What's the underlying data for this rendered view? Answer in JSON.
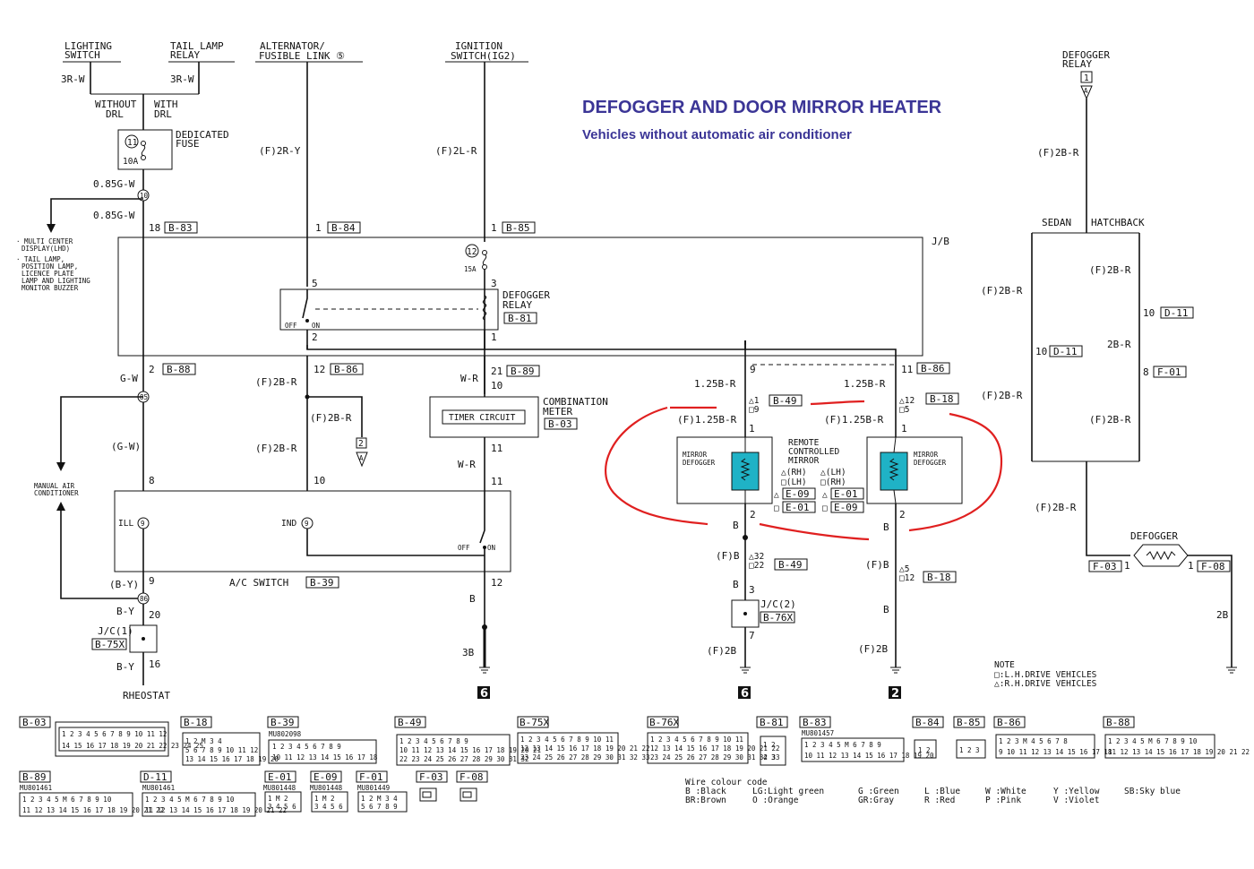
{
  "title": "DEFOGGER AND DOOR MIRROR HEATER",
  "subtitle": "Vehicles without automatic air conditioner",
  "sources": {
    "lighting_switch": "LIGHTING SWITCH",
    "tail_lamp_relay": "TAIL LAMP RELAY",
    "alternator": "ALTERNATOR/ FUSIBLE LINK ⑤",
    "ignition": "IGNITION SWITCH(IG2)",
    "defogger_relay_top": "DEFOGGER RELAY"
  },
  "labels": {
    "without_drl": "WITHOUT DRL",
    "with_drl": "WITH DRL",
    "dedicated_fuse": "DEDICATED FUSE",
    "fuse_11": "11",
    "fuse_10a": "10A",
    "fuse_12": "12",
    "fuse_15a": "15A",
    "jb": "J/B",
    "defogger_relay": "DEFOGGER RELAY",
    "timer_circuit": "TIMER CIRCUIT",
    "combination_meter": "COMBINATION METER",
    "manual_ac": "MANUAL AIR CONDITIONER",
    "multi_center": "MULTI CENTER DISPLAY(LHD)",
    "tail_lamp": "TAIL LAMP, POSITION LAMP, LICENCE PLATE LAMP AND LIGHTING MONITOR BUZZER",
    "ill": "ILL",
    "ind": "IND",
    "ac_switch": "A/C SWITCH",
    "off": "OFF",
    "on": "ON",
    "jc1": "J/C(1)",
    "jc2": "J/C(2)",
    "rheostat": "RHEOSTAT",
    "mirror_defogger": "MIRROR DEFOGGER",
    "remote_mirror": "REMOTE CONTROLLED MIRROR",
    "rh_tri": "△(RH)",
    "lh_tri": "△(LH)",
    "lh_sq": "□(LH)",
    "rh_sq": "□(RH)",
    "sedan": "SEDAN",
    "hatchback": "HATCHBACK",
    "defogger": "DEFOGGER",
    "note": "NOTE",
    "note_lh": "□:L.H.DRIVE VEHICLES",
    "note_rh": "△:R.H.DRIVE VEHICLES",
    "gnd6": "6",
    "gnd2": "2"
  },
  "wires": {
    "w3rw": "3R-W",
    "w085gw": "0.85G-W",
    "wf2ry": "(F)2R-Y",
    "wf2lr": "(F)2L-R",
    "wgw": "G-W",
    "wgw2": "(G-W)",
    "wf2br": "(F)2B-R",
    "wwr": "W-R",
    "wby": "(B-Y)",
    "wby2": "B-Y",
    "wb": "B",
    "w3b": "3B",
    "w125br": "1.25B-R",
    "wf125br": "(F)1.25B-R",
    "wfb": "(F)B",
    "wf2b": "(F)2B",
    "w2br": "2B-R",
    "w2b": "2B"
  },
  "connectors": {
    "b83": "B-83",
    "b84": "B-84",
    "b85": "B-85",
    "b81": "B-81",
    "b88": "B-88",
    "b86": "B-86",
    "b89": "B-89",
    "b03": "B-03",
    "b39": "B-39",
    "b75x": "B-75X",
    "b49": "B-49",
    "b18": "B-18",
    "b76x": "B-76X",
    "e09": "E-09",
    "e01": "E-01",
    "d11": "D-11",
    "f01": "F-01",
    "f03": "F-03",
    "f08": "F-08"
  },
  "pins": {
    "p18": "18",
    "p1": "1",
    "p5": "5",
    "p3": "3",
    "p2": "2",
    "p12": "12",
    "p21": "21",
    "p10": "10",
    "p11": "11",
    "p8": "8",
    "p9": "9",
    "p20": "20",
    "p16": "16",
    "p22": "22",
    "p32": "32",
    "p7": "7",
    "p6": "6",
    "pA": "A"
  },
  "connector_legend": [
    {
      "code": "B-03",
      "part": ""
    },
    {
      "code": "B-18",
      "part": ""
    },
    {
      "code": "B-39",
      "part": "MU802098"
    },
    {
      "code": "B-49",
      "part": ""
    },
    {
      "code": "B-75X",
      "part": ""
    },
    {
      "code": "B-76X",
      "part": ""
    },
    {
      "code": "B-81",
      "part": ""
    },
    {
      "code": "B-83",
      "part": "MU801457"
    },
    {
      "code": "B-84",
      "part": ""
    },
    {
      "code": "B-85",
      "part": ""
    },
    {
      "code": "B-86",
      "part": ""
    },
    {
      "code": "B-88",
      "part": ""
    },
    {
      "code": "B-89",
      "part": "MU801461"
    },
    {
      "code": "D-11",
      "part": "MU801461"
    },
    {
      "code": "E-01",
      "part": "MU801448"
    },
    {
      "code": "E-09",
      "part": "MU801448"
    },
    {
      "code": "F-01",
      "part": "MU801449"
    },
    {
      "code": "F-03",
      "part": ""
    },
    {
      "code": "F-08",
      "part": ""
    }
  ],
  "wire_colour_code": {
    "heading": "Wire colour code",
    "entries": [
      "B :Black",
      "BR:Brown",
      "LG:Light green",
      "O :Orange",
      "G :Green",
      "GR:Gray",
      "L :Blue",
      "R :Red",
      "W :White",
      "P :Pink",
      "Y :Yellow",
      "V :Violet",
      "SB:Sky blue"
    ]
  },
  "colors": {
    "title": "#3b3596",
    "highlight": "#e02020",
    "element": "#1fb2c6"
  }
}
